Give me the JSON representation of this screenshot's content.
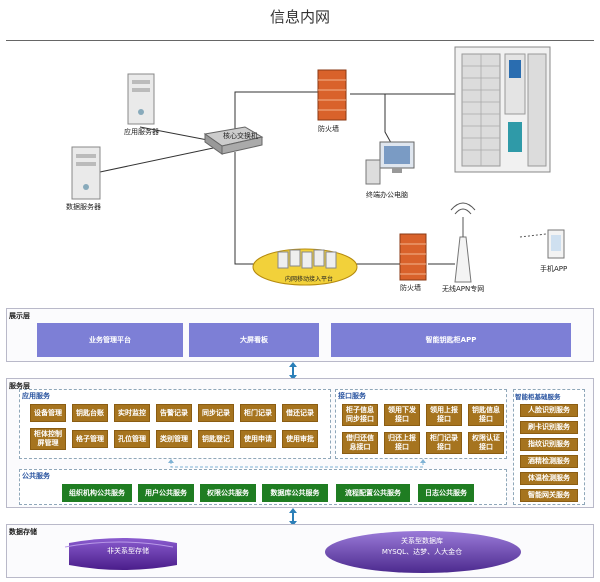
{
  "title": "信息内网",
  "network": {
    "app_server": "应用服务器",
    "db_server": "数据服务器",
    "core_switch": "核心交换机",
    "firewall_top": "防火墙",
    "terminal_pc": "终端办公电脑",
    "platform": "内网移动接入平台",
    "firewall_bottom": "防火墙",
    "wireless_apn": "无线APN专网",
    "mobile_app": "手机APP"
  },
  "architecture": {
    "display_layer": {
      "title": "展示层",
      "items": [
        "业务管理平台",
        "大屏看板",
        "智能钥匙柜APP"
      ]
    },
    "service_layer": {
      "title": "服务层",
      "app_services": {
        "title": "应用服务",
        "row1": [
          "设备管理",
          "钥匙台账",
          "实时监控",
          "告警记录",
          "同步记录",
          "柜门记录",
          "借还记录"
        ],
        "row2": [
          "柜体控制屏管理",
          "格子管理",
          "孔位管理",
          "类别管理",
          "钥匙登记",
          "使用申请",
          "使用审批"
        ]
      },
      "interface_services": {
        "title": "接口服务",
        "row1": [
          "柜子信息同步接口",
          "领用下发接口",
          "领用上报接口",
          "钥匙信息接口"
        ],
        "row2": [
          "借归还信息接口",
          "归还上报接口",
          "柜门记录接口",
          "权限认证接口"
        ]
      },
      "cabinet_services": {
        "title": "智能柜基础服务",
        "items": [
          "人脸识别服务",
          "刷卡识别服务",
          "指纹识别服务",
          "酒精检测服务",
          "体温检测服务",
          "智能网关服务"
        ]
      },
      "public_services": {
        "title": "公共服务",
        "items": [
          "组织机构公共服务",
          "用户公共服务",
          "权限公共服务",
          "数据库公共服务",
          "流程配置公共服务",
          "日志公共服务"
        ]
      }
    },
    "storage_layer": {
      "title": "数据存储",
      "nonrelational": "非关系型存储",
      "relational_title": "关系型数据库",
      "relational_sub": "MYSQL、达梦、人大金仓"
    }
  },
  "colors": {
    "purple": "#7d7fd6",
    "brown": "#a6741f",
    "green": "#1f7d22",
    "arrow": "#2b7fb8",
    "platform_yellow": "#f2d13a",
    "firewall": "#d9622b"
  }
}
